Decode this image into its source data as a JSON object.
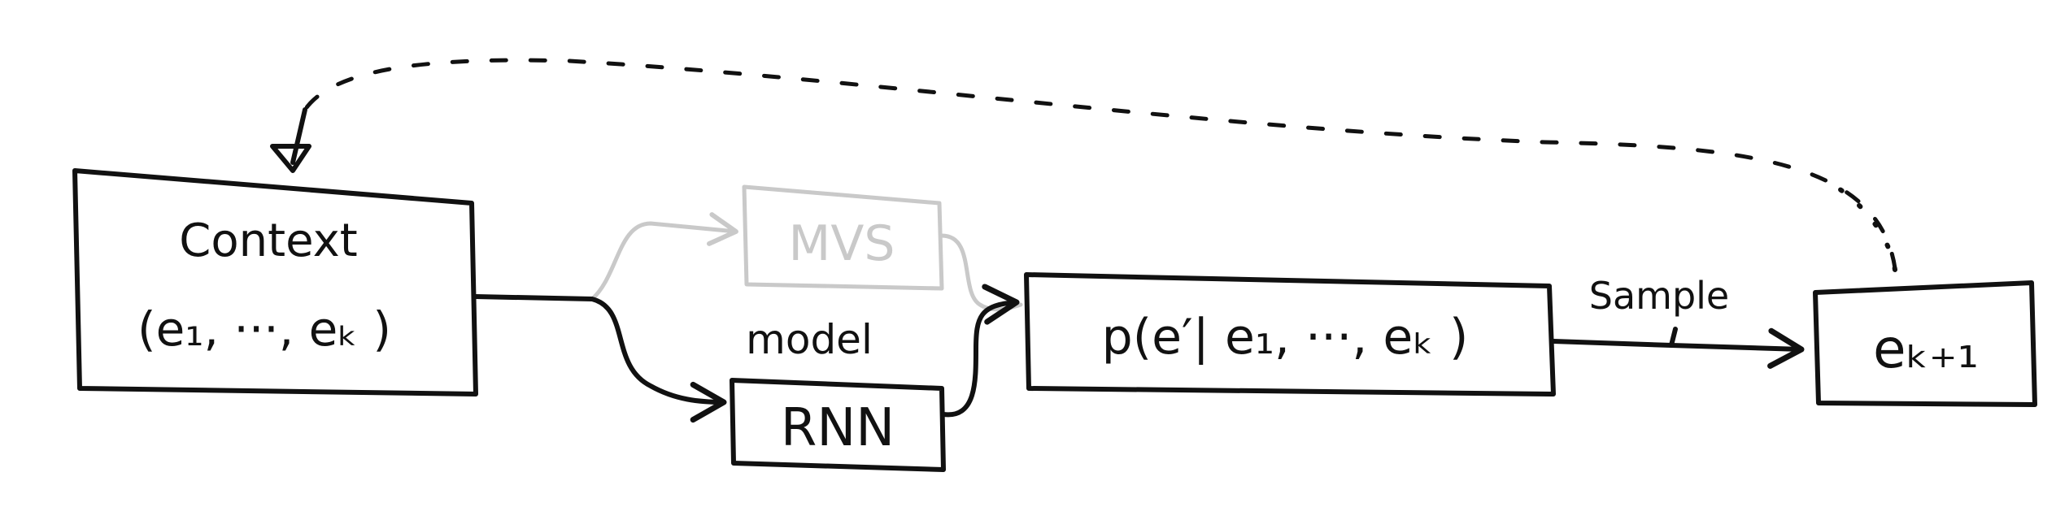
{
  "context_box": {
    "title": "Context",
    "subtitle": "(e₁, ···, eₖ )"
  },
  "mvs_box": {
    "label": "MVS",
    "color": "#c9c9c9"
  },
  "model_label": "model",
  "rnn_box": {
    "label": "RNN"
  },
  "distribution_box": {
    "label": "p(e′| e₁, ···, eₖ )"
  },
  "sample_label": "Sample",
  "next_box": {
    "label": "eₖ₊₁"
  },
  "colors": {
    "ink": "#111111",
    "faded": "#c9c9c9",
    "background": "#ffffff"
  }
}
